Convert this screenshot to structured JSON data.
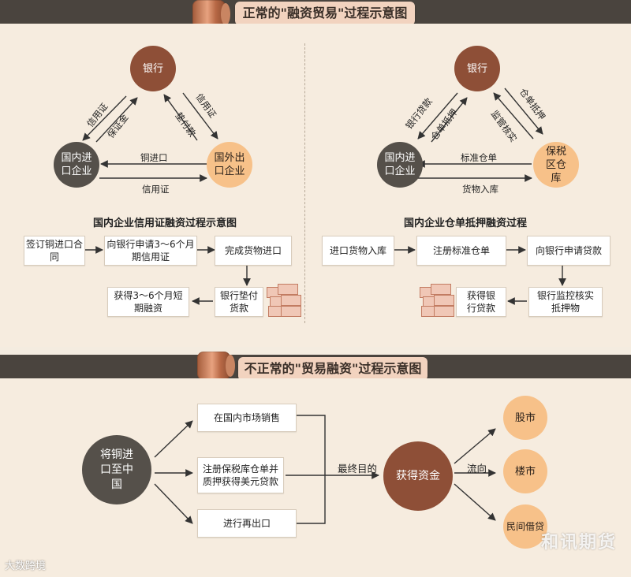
{
  "section1": {
    "title": "正常的\"融资贸易\"过程示意图",
    "left": {
      "bank": "银行",
      "domestic": "国内进口企业",
      "foreign": "国外出口企业",
      "edge_lc_up": "信用证",
      "edge_deposit": "保证金",
      "edge_lc_right": "信用证",
      "edge_advance": "垫付款",
      "edge_copper": "铜进口",
      "edge_lc_bottom": "信用证",
      "caption": "国内企业信用证融资过程示意图",
      "steps": [
        "签订铜进口合同",
        "向银行申请3～6个月期信用证",
        "完成货物进口",
        "银行垫付货款",
        "获得3～6个月短期融资"
      ]
    },
    "right": {
      "bank": "银行",
      "domestic": "国内进口企业",
      "warehouse": "保税区仓库",
      "edge_loan": "银行贷款",
      "edge_pledge": "仓单抵押",
      "edge_pledge_right": "仓单抵押",
      "edge_verify": "监管核实",
      "edge_receipt": "标准仓单",
      "edge_storage": "货物入库",
      "caption": "国内企业仓单抵押融资过程",
      "steps": [
        "进口货物入库",
        "注册标准仓单",
        "向银行申请贷款",
        "银行监控核实抵押物",
        "获得银行贷款"
      ]
    }
  },
  "section2": {
    "title": "不正常的\"贸易融资\"过程示意图",
    "source": "将铜进口至中国",
    "options": [
      "在国内市场销售",
      "注册保税库仓单并质押获得美元贷款",
      "进行再出口"
    ],
    "purpose_label": "最终目的",
    "result": "获得资金",
    "flow_label": "流向",
    "destinations": [
      "股市",
      "楼市",
      "民间借贷"
    ]
  },
  "watermarks": {
    "right": "和讯期货",
    "left": "大数跨境"
  },
  "colors": {
    "brown": "#8e4f37",
    "dark": "#55504a",
    "peach": "#f7c189",
    "bar": "#4a443e",
    "title_pill": "#f2d3bf"
  }
}
